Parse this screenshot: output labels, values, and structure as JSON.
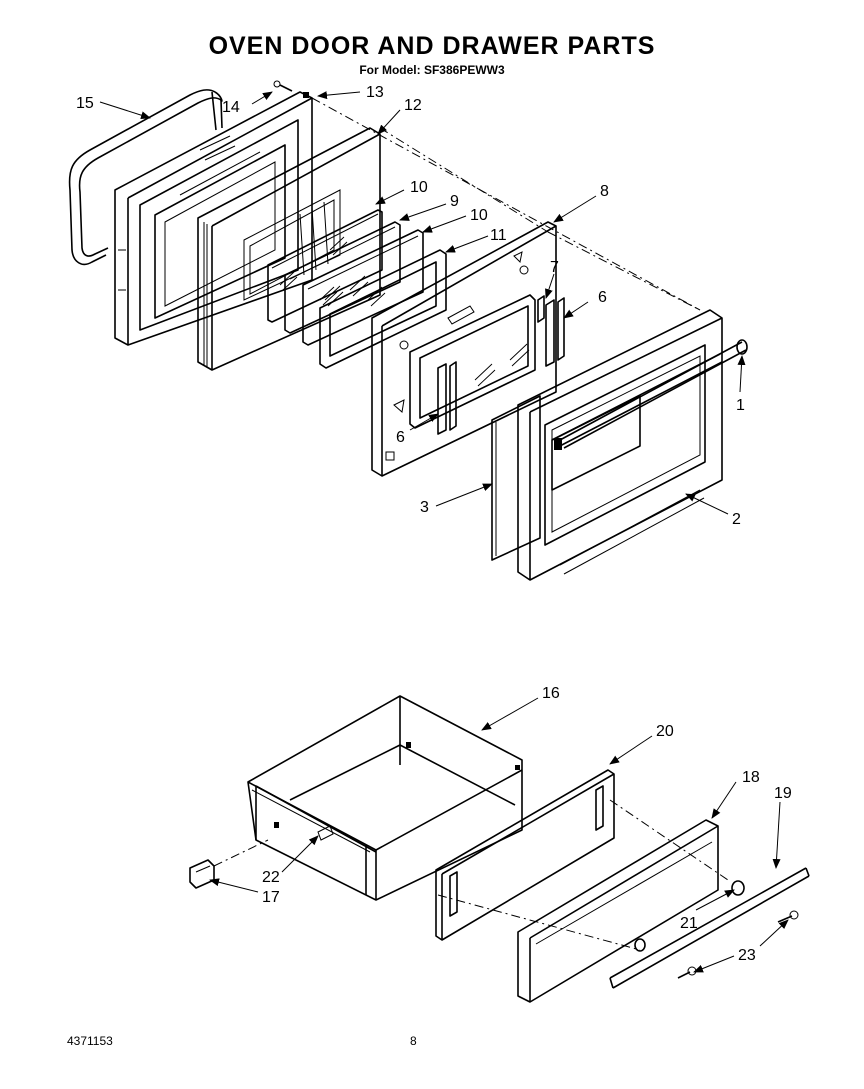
{
  "header": {
    "title": "OVEN DOOR AND DRAWER PARTS",
    "model": "For Model: SF386PEWW3"
  },
  "footer": {
    "part_number": "4371153",
    "page_number": "8"
  },
  "callouts": {
    "c1": "1",
    "c2": "2",
    "c3": "3",
    "c6a": "6",
    "c6b": "6",
    "c7": "7",
    "c8": "8",
    "c9": "9",
    "c10a": "10",
    "c10b": "10",
    "c11": "11",
    "c12": "12",
    "c13": "13",
    "c14": "14",
    "c15": "15",
    "c16": "16",
    "c17": "17",
    "c18": "18",
    "c19": "19",
    "c20": "20",
    "c21": "21",
    "c22": "22",
    "c23": "23"
  }
}
